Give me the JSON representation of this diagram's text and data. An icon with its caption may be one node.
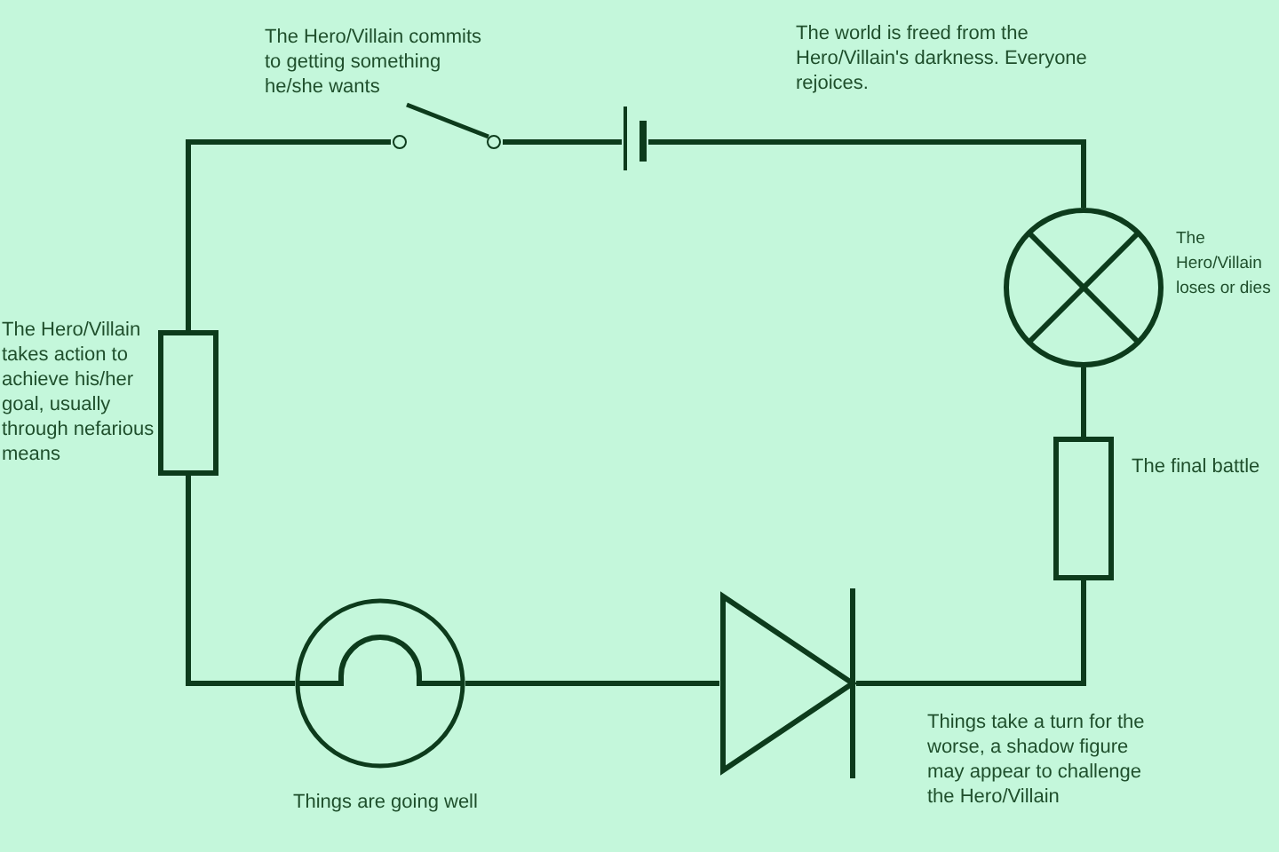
{
  "diagram": {
    "nodes": [
      {
        "text": [],
        "shape": "switch",
        "beside": [
          "The Hero/Villain commits to getting something he/she wants"
        ]
      },
      {
        "text": [],
        "shape": "battery"
      },
      {
        "text": [],
        "shape": "lamp",
        "beside": [
          "The Hero/Villain loses or dies"
        ]
      },
      {
        "text": [],
        "shape": "resistor",
        "beside": [
          "The Hero/Villain takes action to achieve his/her goal, usually through nefarious means"
        ]
      },
      {
        "text": [],
        "shape": "resistor",
        "beside": [
          "The final battle"
        ]
      },
      {
        "text": [],
        "shape": "bulb",
        "beside": [
          "Things are going well"
        ]
      },
      {
        "text": [],
        "shape": "diode"
      }
    ],
    "edges": [
      {
        "from": 0,
        "to": 1,
        "arrow": "none"
      },
      {
        "from": 1,
        "to": 2,
        "arrow": "none"
      },
      {
        "from": 2,
        "to": 4,
        "arrow": "none"
      },
      {
        "from": 4,
        "to": 6,
        "arrow": "none"
      },
      {
        "from": 6,
        "to": 5,
        "arrow": "none"
      },
      {
        "from": 5,
        "to": 3,
        "arrow": "none"
      },
      {
        "from": 3,
        "to": 0,
        "arrow": "none"
      }
    ],
    "labels": [
      "The world is freed from the Hero/Villain's darkness. Everyone rejoices.",
      "Things take a turn for the worse, a shadow figure may appear to challenge the Hero/Villain"
    ]
  }
}
